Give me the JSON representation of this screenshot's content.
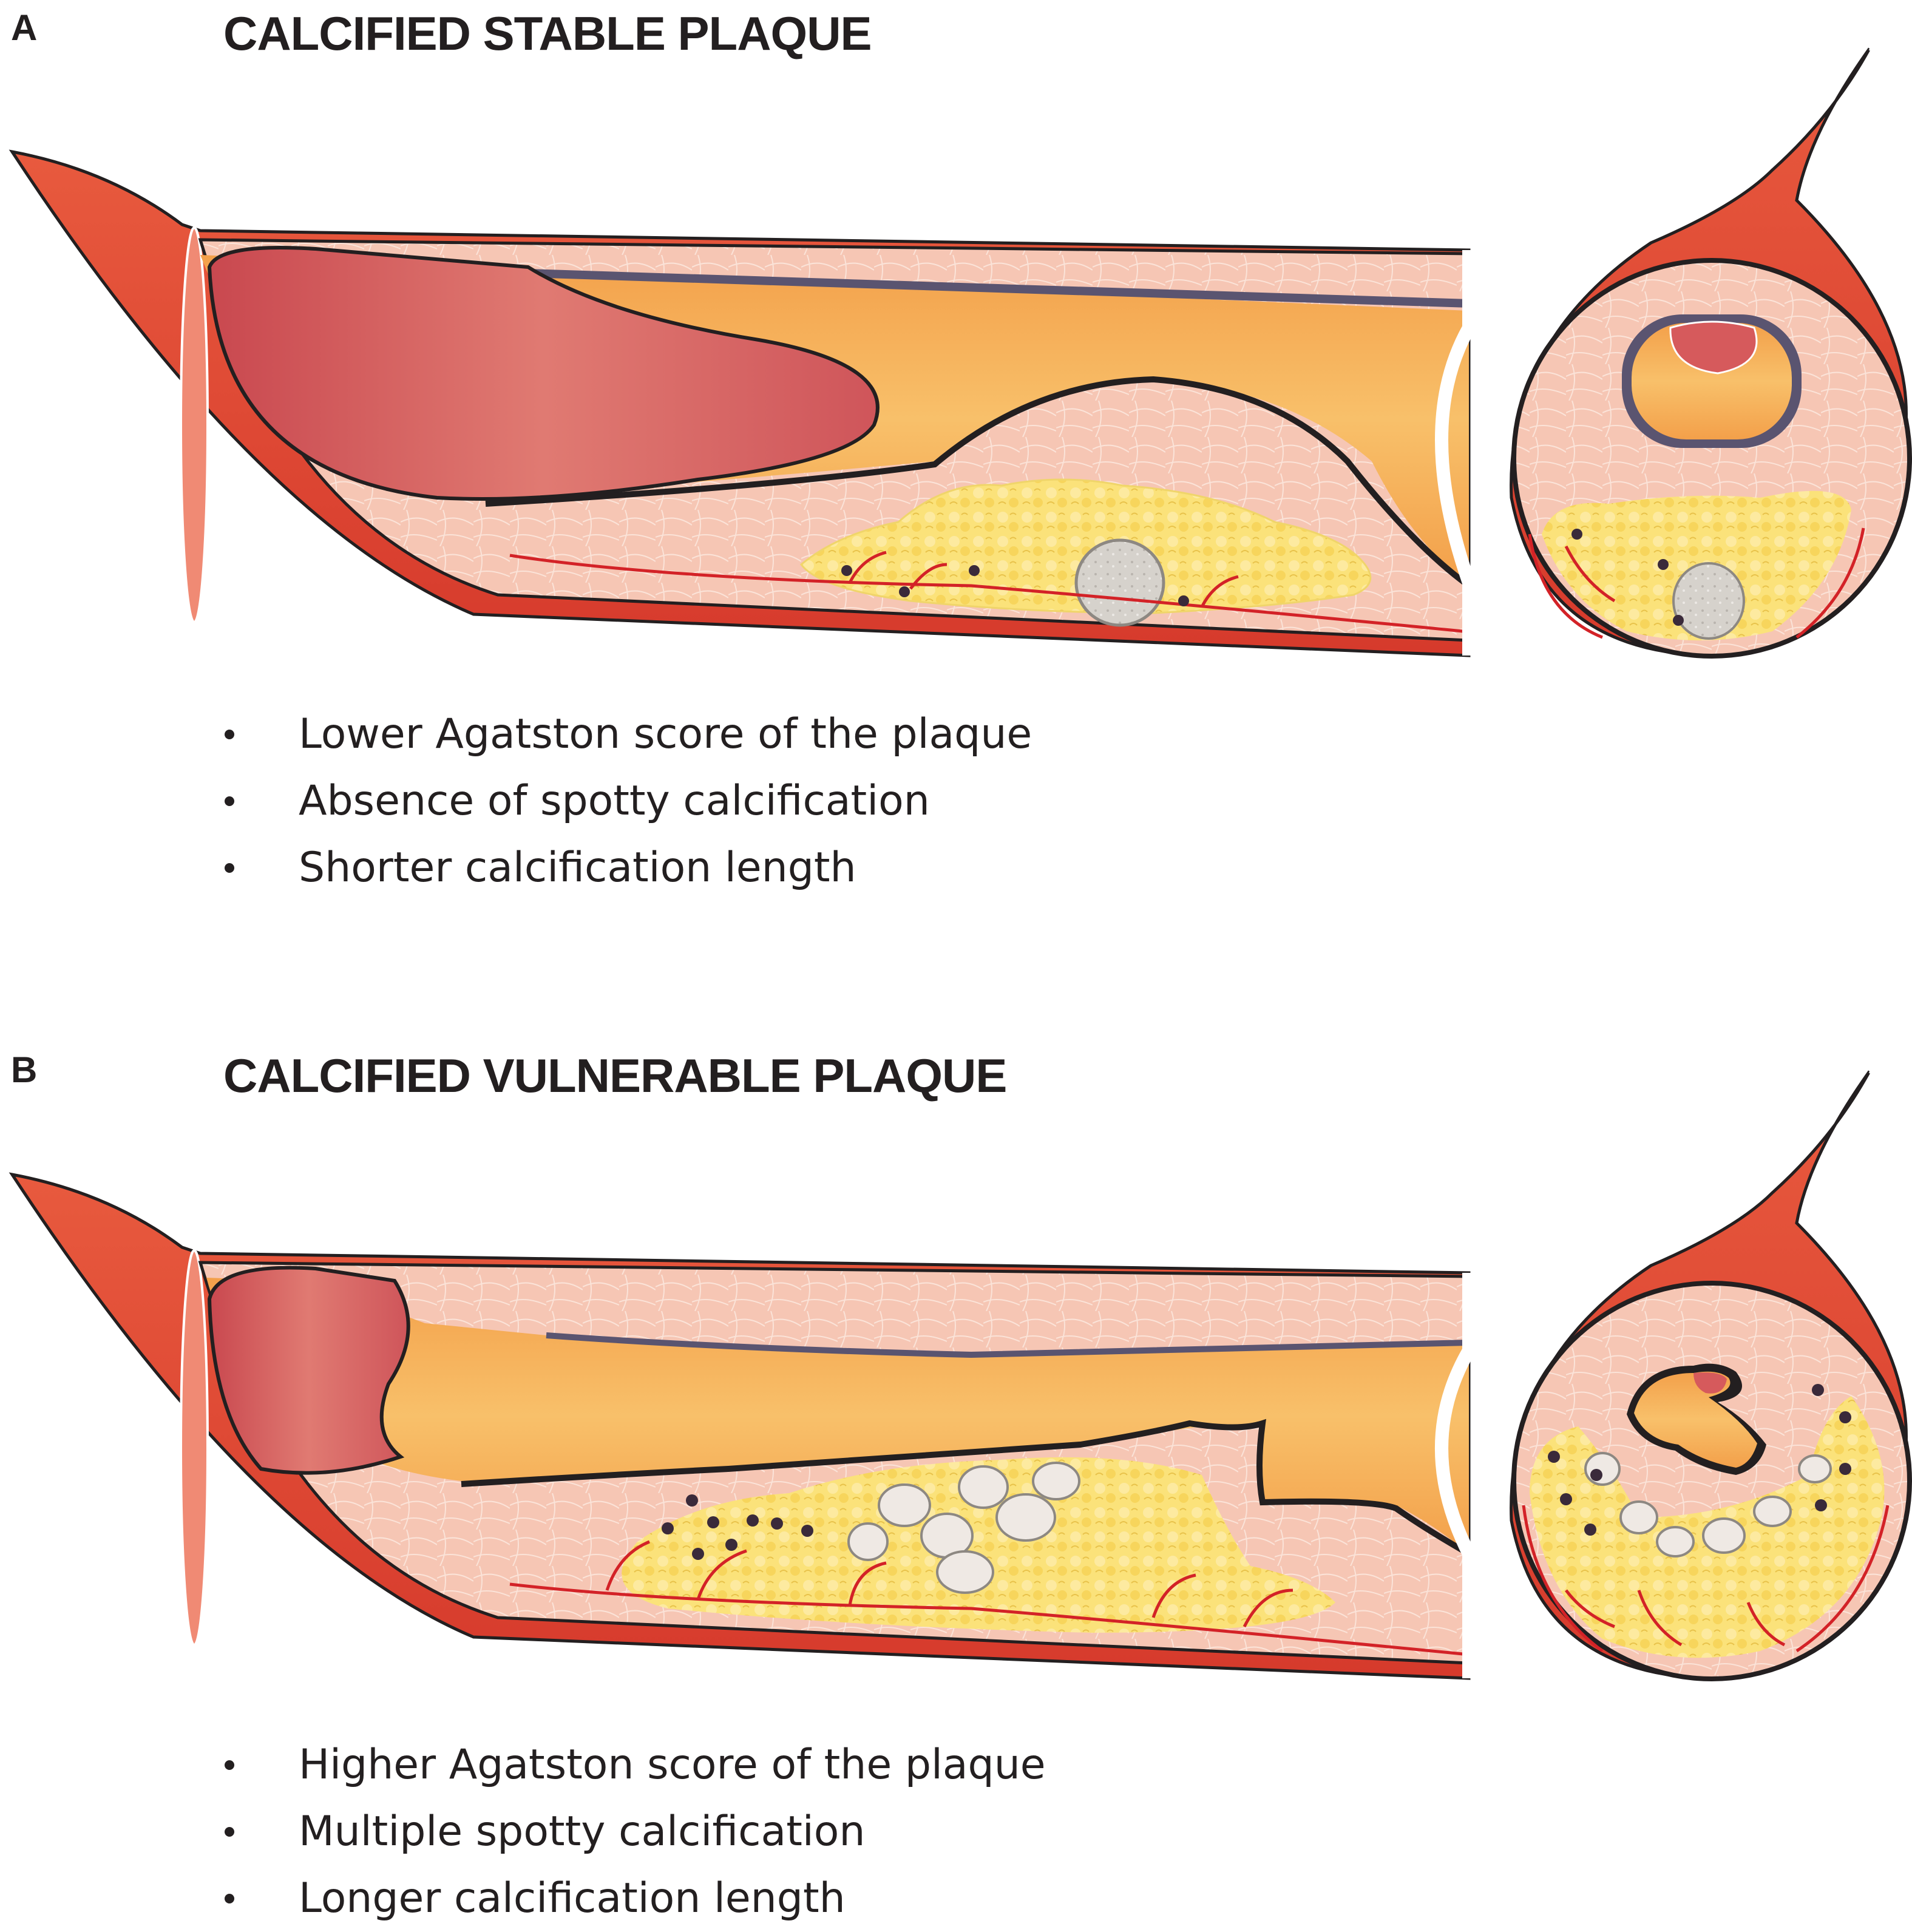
{
  "panel_a": {
    "letter": "A",
    "title": "CALCIFIED STABLE PLAQUE",
    "bullets": [
      "Lower Agatston score of the plaque",
      "Absence of spotty calcification",
      "Shorter calcification length"
    ]
  },
  "panel_b": {
    "letter": "B",
    "title": "CALCIFIED VULNERABLE PLAQUE",
    "bullets": [
      "Higher Agatston score of the plaque",
      "Multiple spotty calcification",
      "Longer calcification length"
    ]
  },
  "colors": {
    "artery_wall": "#e6412f",
    "wall_dark": "#b52a22",
    "lumen_blood": "#d65a5c",
    "plaque_tissue": "#f6c4b0",
    "lumen_orange": "#f5a845",
    "lipid_yellow": "#fbe27a",
    "calcification": "#d9d5d0",
    "fibrous_cap": "#5a5470",
    "vessel_red": "#d32227"
  }
}
